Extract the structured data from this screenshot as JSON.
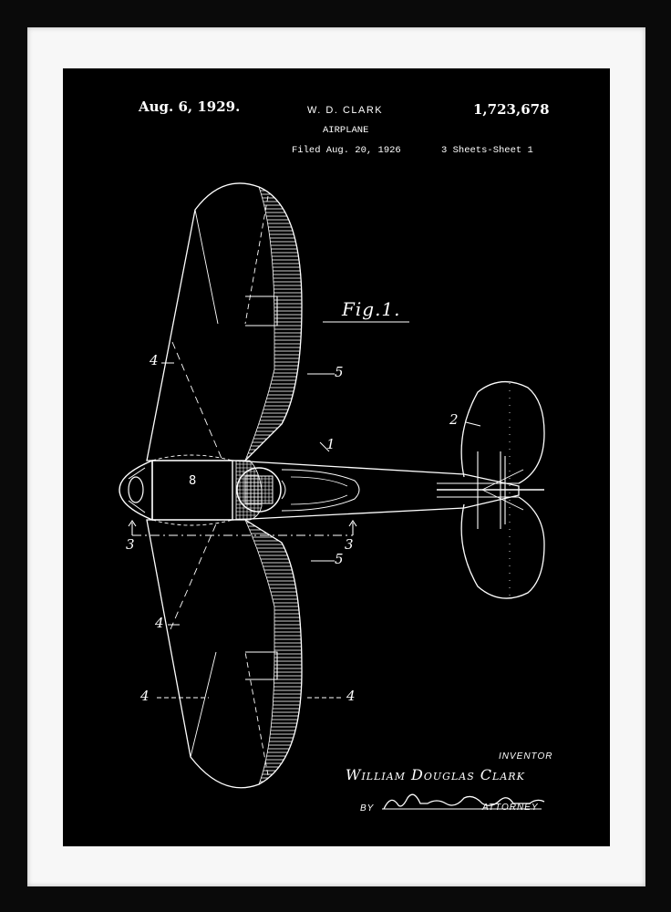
{
  "patent": {
    "date": "Aug. 6, 1929.",
    "inventor_header": "W. D. CLARK",
    "number": "1,723,678",
    "title": "AIRPLANE",
    "filed": "Filed Aug. 20, 1926",
    "sheets": "3 Sheets-Sheet  1"
  },
  "figure": {
    "label": "Fig.1.",
    "callouts": {
      "wing_upper": "4",
      "wing_lower": "4",
      "wing_lower_left": "4",
      "wing_lower_right": "4",
      "aileron_upper": "5",
      "aileron_lower": "5",
      "fuselage": "1",
      "tail": "2",
      "section_left": "3",
      "section_right": "3",
      "engine": "8"
    }
  },
  "signature": {
    "inventor_caption": "INVENTOR",
    "inventor_name": "William Douglas Clark",
    "by_caption": "BY",
    "attorney_caption": "ATTORNEY"
  },
  "colors": {
    "frame": "#0a0a0a",
    "mat": "#f7f7f7",
    "print_background": "#000000",
    "line": "#ffffff"
  }
}
